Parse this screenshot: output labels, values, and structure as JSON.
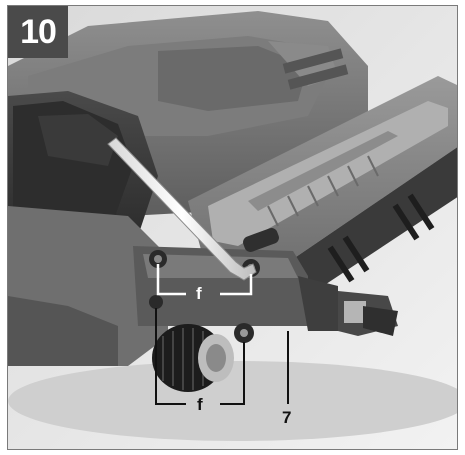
{
  "figure": {
    "number": "10",
    "callouts": {
      "upper_f": "f",
      "lower_f": "f",
      "part_7": "7"
    }
  }
}
